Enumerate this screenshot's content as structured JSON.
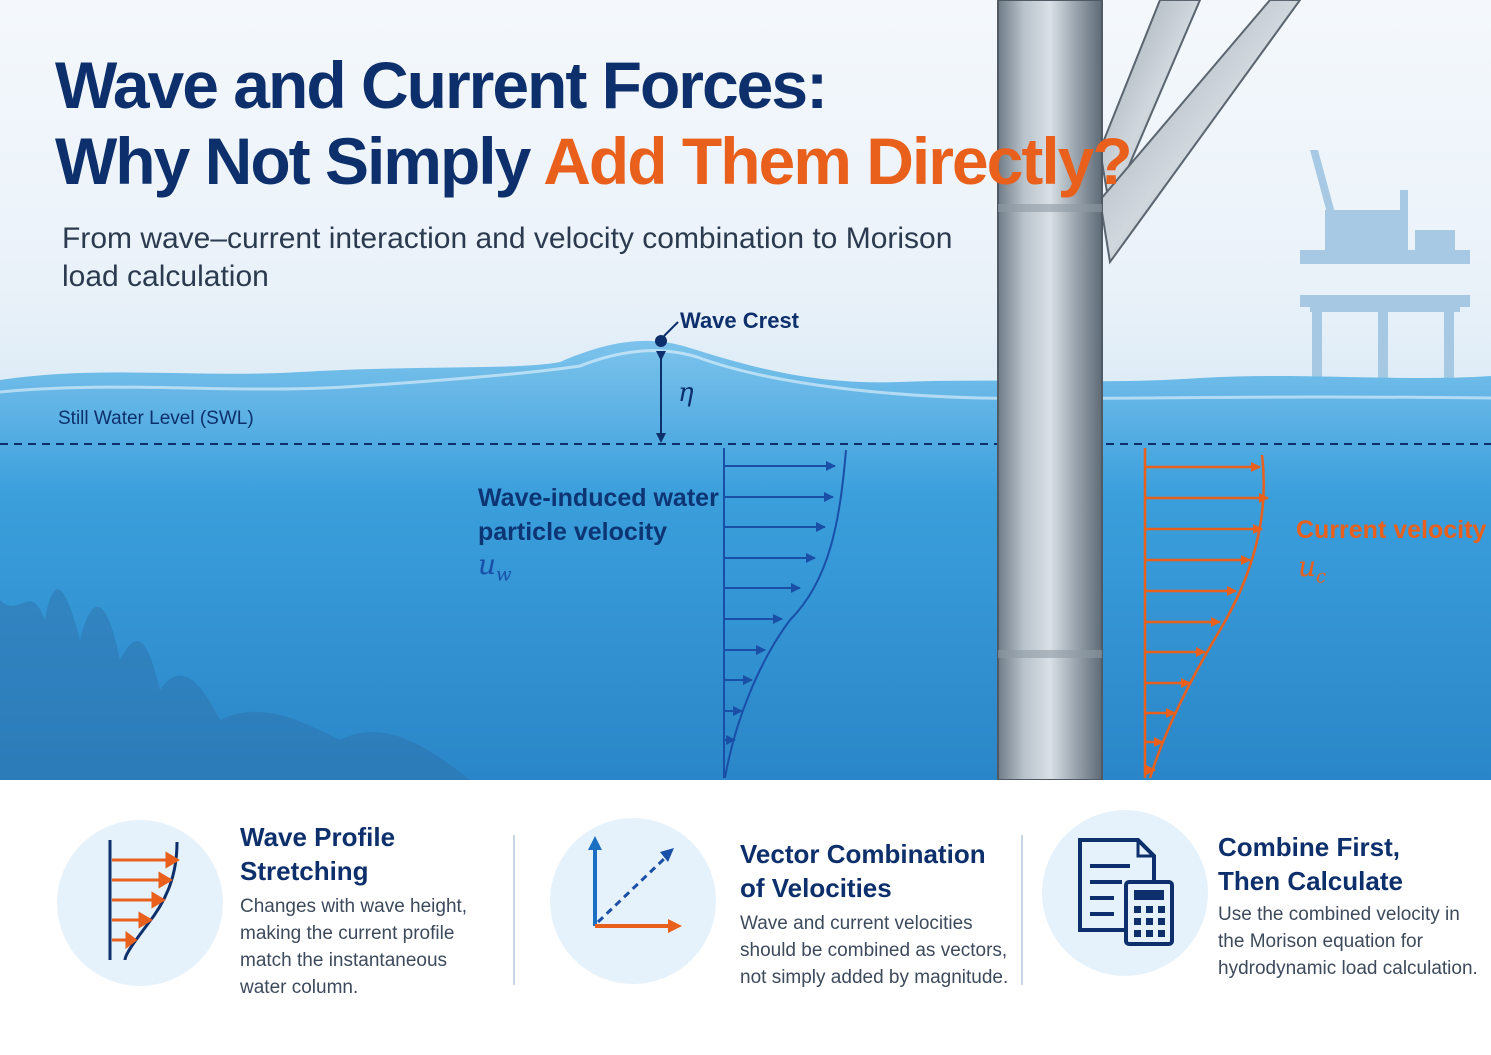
{
  "title": {
    "line1": "Wave and Current Forces:",
    "line2_prefix": "Why Not Simply ",
    "line2_accent": "Add Them Directly?"
  },
  "subtitle": "From wave–current interaction and velocity combination to Morison load calculation",
  "labels": {
    "wave_crest": "Wave Crest",
    "eta": "η",
    "swl": "Still Water Level (SWL)",
    "wave_velocity": "Wave-induced water particle velocity",
    "uw": "uw",
    "current_velocity": "Current velocity",
    "uc": "uc"
  },
  "cards": [
    {
      "title": "Wave Profile Stretching",
      "text": "Changes with wave height, making the current profile match the instantaneous water column.",
      "icon": "stretched-profile-icon"
    },
    {
      "title": "Vector Combination of Velocities",
      "text": "Wave and current velocities should be combined as vectors, not simply added by magnitude.",
      "icon": "vector-sum-icon"
    },
    {
      "title": "Combine First, Then Calculate",
      "text": "Use the combined velocity in the Morison equation for hydrodynamic load calculation.",
      "icon": "document-calculator-icon"
    }
  ],
  "colors": {
    "navy": "#0d2f6b",
    "orange": "#e8601c",
    "wave_blue": "#1a4fa8",
    "water": "#2f94d4"
  }
}
